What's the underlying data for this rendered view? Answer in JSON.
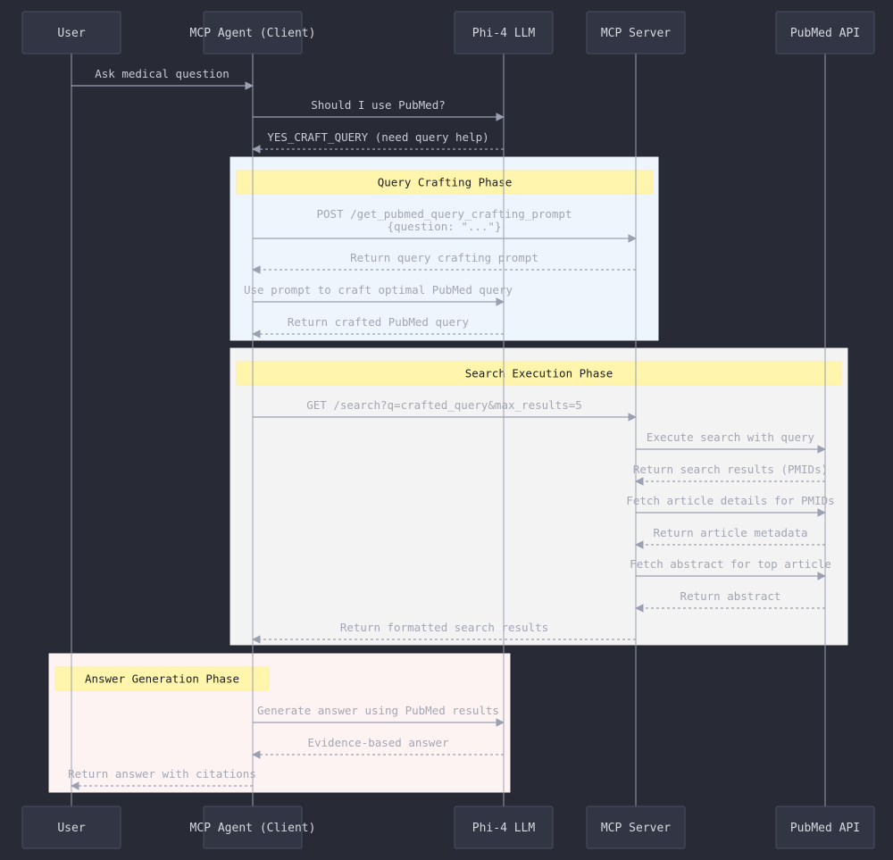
{
  "colors": {
    "background": "#282a36",
    "query_phase_bg": "#eff5fd",
    "search_phase_bg": "#f3f3f4",
    "answer_phase_bg": "#fdf3f3",
    "phase_note": "#fff5ad"
  },
  "participants": [
    {
      "id": "user",
      "label": "User"
    },
    {
      "id": "agent",
      "label": "MCP Agent (Client)"
    },
    {
      "id": "llm",
      "label": "Phi-4 LLM"
    },
    {
      "id": "server",
      "label": "MCP Server"
    },
    {
      "id": "pubmed",
      "label": "PubMed API"
    }
  ],
  "phases": [
    {
      "id": "query",
      "label": "Query Crafting Phase"
    },
    {
      "id": "search",
      "label": "Search Execution Phase"
    },
    {
      "id": "answer",
      "label": "Answer Generation Phase"
    }
  ],
  "messages": [
    {
      "from": "user",
      "to": "agent",
      "lines": [
        "Ask medical question"
      ],
      "dashed": false
    },
    {
      "from": "agent",
      "to": "llm",
      "lines": [
        "Should I use PubMed?"
      ],
      "dashed": false
    },
    {
      "from": "llm",
      "to": "agent",
      "lines": [
        "YES_CRAFT_QUERY (need query help)"
      ],
      "dashed": true
    },
    {
      "from": "agent",
      "to": "server",
      "lines": [
        "POST /get_pubmed_query_crafting_prompt",
        "{question: \"...\"}"
      ],
      "dashed": false
    },
    {
      "from": "server",
      "to": "agent",
      "lines": [
        "Return query crafting prompt"
      ],
      "dashed": true
    },
    {
      "from": "agent",
      "to": "llm",
      "lines": [
        "Use prompt to craft optimal PubMed query"
      ],
      "dashed": false
    },
    {
      "from": "llm",
      "to": "agent",
      "lines": [
        "Return crafted PubMed query"
      ],
      "dashed": true
    },
    {
      "from": "agent",
      "to": "server",
      "lines": [
        "GET /search?q=crafted_query&max_results=5"
      ],
      "dashed": false
    },
    {
      "from": "server",
      "to": "pubmed",
      "lines": [
        "Execute search with query"
      ],
      "dashed": false
    },
    {
      "from": "pubmed",
      "to": "server",
      "lines": [
        "Return search results (PMIDs)"
      ],
      "dashed": true
    },
    {
      "from": "server",
      "to": "pubmed",
      "lines": [
        "Fetch article details for PMIDs"
      ],
      "dashed": false
    },
    {
      "from": "pubmed",
      "to": "server",
      "lines": [
        "Return article metadata"
      ],
      "dashed": true
    },
    {
      "from": "server",
      "to": "pubmed",
      "lines": [
        "Fetch abstract for top article"
      ],
      "dashed": false
    },
    {
      "from": "pubmed",
      "to": "server",
      "lines": [
        "Return abstract"
      ],
      "dashed": true
    },
    {
      "from": "server",
      "to": "agent",
      "lines": [
        "Return formatted search results"
      ],
      "dashed": true
    },
    {
      "from": "agent",
      "to": "llm",
      "lines": [
        "Generate answer using PubMed results"
      ],
      "dashed": false
    },
    {
      "from": "llm",
      "to": "agent",
      "lines": [
        "Evidence-based answer"
      ],
      "dashed": true
    },
    {
      "from": "agent",
      "to": "user",
      "lines": [
        "Return answer with citations"
      ],
      "dashed": true
    }
  ]
}
